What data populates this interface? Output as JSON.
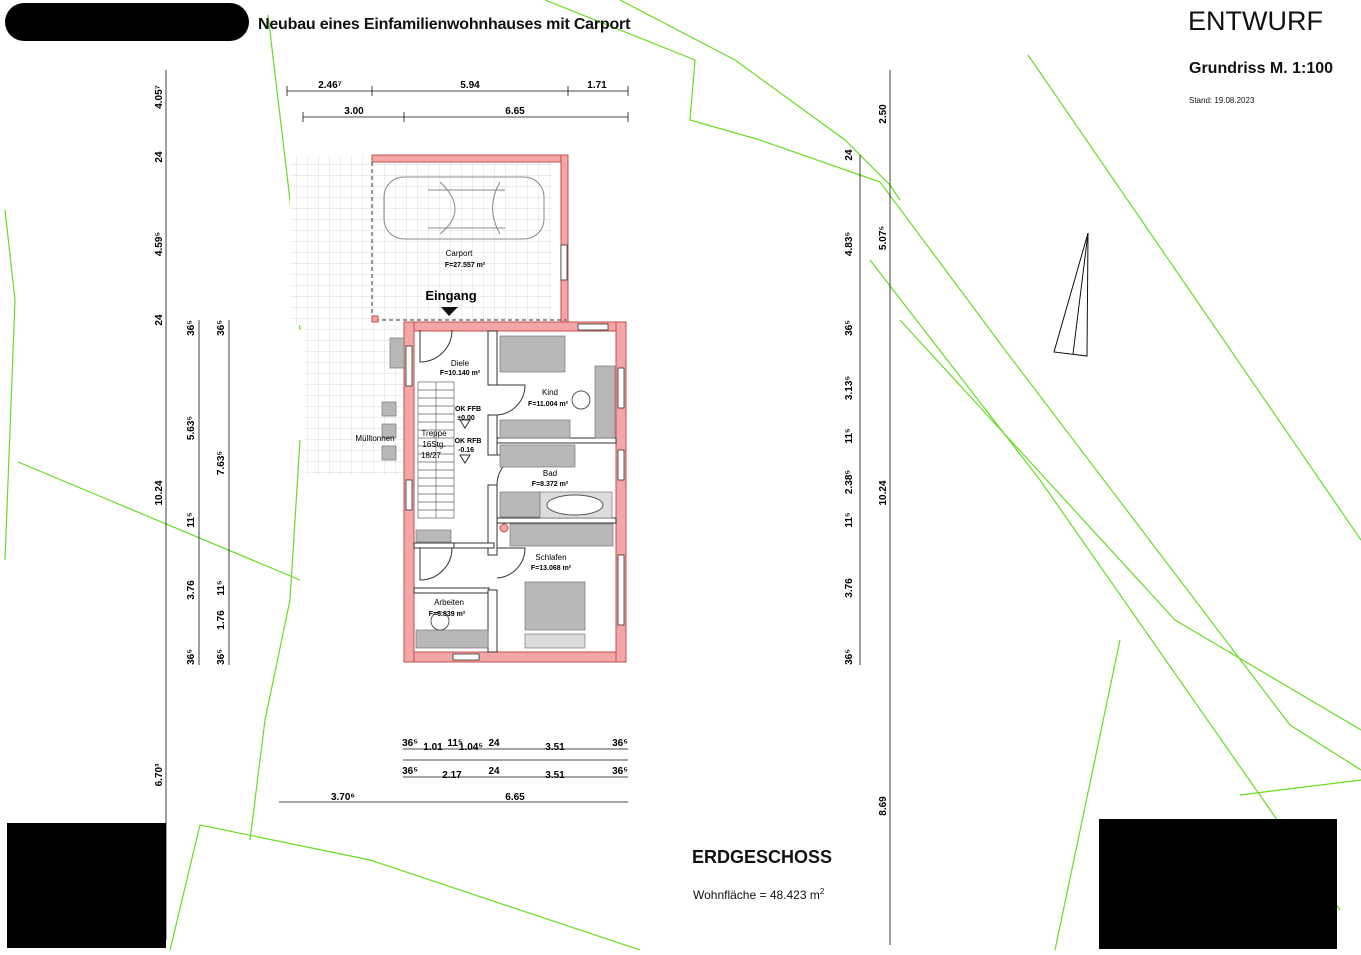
{
  "header": {
    "project_title": "Neubau eines Einfamilienwohnhauses mit Carport",
    "status": "ENTWURF",
    "plan_label": "Grundriss   M. 1:100",
    "date": "Stand: 19.08.2023"
  },
  "footer": {
    "floor_title": "ERDGESCHOSS",
    "living_area_label": "Wohnfläche = 48.423 m",
    "living_area_sup": "2"
  },
  "rooms": {
    "carport": {
      "name": "Carport",
      "area": "F=27.557 m²"
    },
    "diele": {
      "name": "Diele",
      "area": "F=10.140 m²"
    },
    "kind": {
      "name": "Kind",
      "area": "F=11.004 m²"
    },
    "bad": {
      "name": "Bad",
      "area": "F=8.372 m²"
    },
    "schlafen": {
      "name": "Schlafen",
      "area": "F=13.068 m²"
    },
    "arbeiten": {
      "name": "Arbeiten",
      "area": "F=6.839 m²"
    },
    "treppe": {
      "line1": "Treppe",
      "line2": "16Stg.",
      "line3": "18/27"
    },
    "muelltonnen": "Mülltonnen"
  },
  "labels": {
    "eingang": "Eingang",
    "ok_ffb": "OK FFB",
    "ok_ffb_val": "±0.00",
    "ok_rfb": "OK RFB",
    "ok_rfb_val": "-0.16"
  },
  "dims_top": {
    "r1": [
      "2.46⁷",
      "5.94",
      "1.71"
    ],
    "r2": [
      "3.00",
      "6.65"
    ]
  },
  "dims_bottom": {
    "r1": [
      "36⁵",
      "1.01",
      "11⁵",
      "1.04⁵",
      "24",
      "3.51",
      "36⁵"
    ],
    "r2": [
      "36⁵",
      "2.17",
      "24",
      "3.51",
      "36⁵"
    ],
    "r3": [
      "3.70⁶",
      "6.65"
    ]
  },
  "dims_left": {
    "outer": [
      "4.05⁷",
      "24",
      "4.59⁵",
      "24",
      "10.24",
      "6.70³"
    ],
    "inner1": [
      "36⁵",
      "5.63⁵",
      "11⁵",
      "3.76",
      "36⁵"
    ],
    "inner2": [
      "36⁵",
      "7.63⁵",
      "11⁵",
      "1.76",
      "36⁵"
    ]
  },
  "dims_right": {
    "outer": [
      "2.50",
      "5.07⁵",
      "10.24",
      "8.69"
    ],
    "inner": [
      "24",
      "4.83⁵",
      "36⁵",
      "3.13⁵",
      "11⁵",
      "2.38⁵",
      "11⁵",
      "3.76",
      "36⁵"
    ]
  },
  "colors": {
    "wall": "#f4a6a6",
    "wall_stroke": "#c0504d",
    "boundary": "#66dd22",
    "furniture": "#b8b8b8"
  }
}
